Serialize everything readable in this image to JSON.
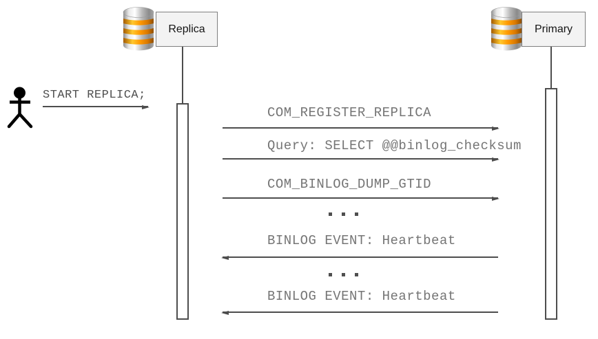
{
  "diagram": {
    "type": "sequence-diagram",
    "participants": [
      {
        "name": "Replica"
      },
      {
        "name": "Primary"
      }
    ],
    "actor": {
      "command": "START REPLICA;",
      "target": "Replica"
    },
    "messages": [
      {
        "label": "COM_REGISTER_REPLICA",
        "direction": "right"
      },
      {
        "label": "Query: SELECT @@binlog_checksum",
        "direction": "right"
      },
      {
        "label": "COM_BINLOG_DUMP_GTID",
        "direction": "right"
      },
      {
        "label": "...",
        "type": "ellipsis"
      },
      {
        "label": "BINLOG EVENT: Heartbeat",
        "direction": "left"
      },
      {
        "label": "...",
        "type": "ellipsis"
      },
      {
        "label": "BINLOG EVENT: Heartbeat",
        "direction": "left"
      }
    ],
    "colors": {
      "line": "#4d4d4d",
      "message_text": "#757575",
      "actor_text": "#4f4f4f",
      "participant_box_fill": "#f3f3f3",
      "participant_box_border": "#7f7f7f",
      "database_amber": "#ff9900",
      "database_silver": "#c9c9c9"
    }
  }
}
